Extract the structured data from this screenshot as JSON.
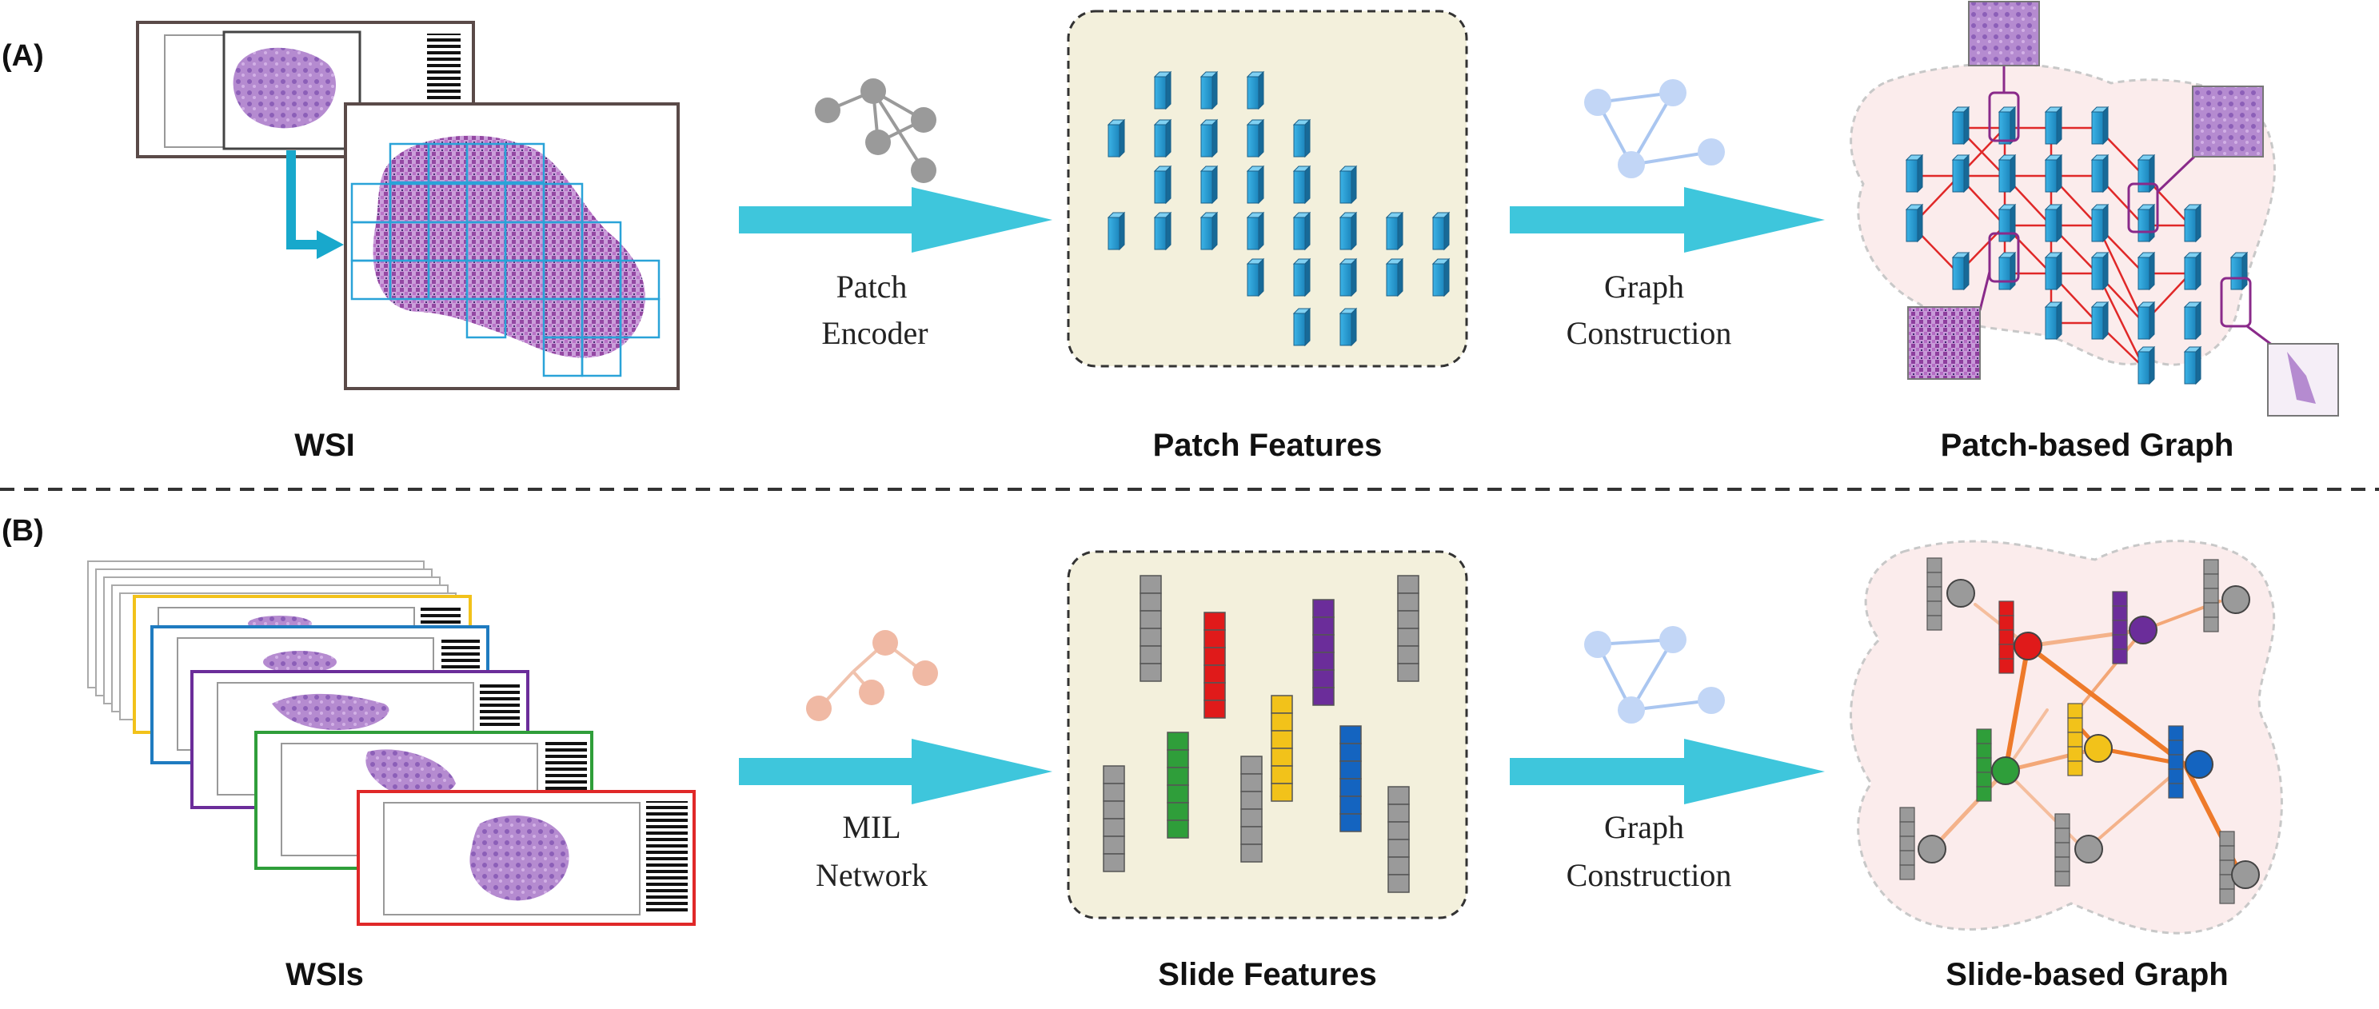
{
  "panel_a": {
    "label": "(A)",
    "input_caption": "WSI",
    "step1_line1": "Patch",
    "step1_line2": "Encoder",
    "features_caption": "Patch Features",
    "step2_line1": "Graph",
    "step2_line2": "Construction",
    "graph_caption": "Patch-based Graph"
  },
  "panel_b": {
    "label": "(B)",
    "input_caption": "WSIs",
    "step1_line1": "MIL",
    "step1_line2": "Network",
    "features_caption": "Slide Features",
    "step2_line1": "Graph",
    "step2_line2": "Construction",
    "graph_caption": "Slide-based Graph"
  },
  "colors": {
    "arrow": "#3ec6dc",
    "patch_feature": "#2aa3d8",
    "feature_panel_bg": "#f3f0dc",
    "graph_bg": "#fbecec",
    "graph_edge_a": "#e02828",
    "graph_edge_b": "#ee7a2a",
    "slide_colors": [
      "#e01a1a",
      "#6b2d9a",
      "#f2c21a",
      "#2f9e3a",
      "#1464c0",
      "#9a9a9a"
    ],
    "slide_frames": [
      "#f2c21a",
      "#1f7bc0",
      "#6b2d9a",
      "#2f9e3a",
      "#e02828"
    ]
  }
}
